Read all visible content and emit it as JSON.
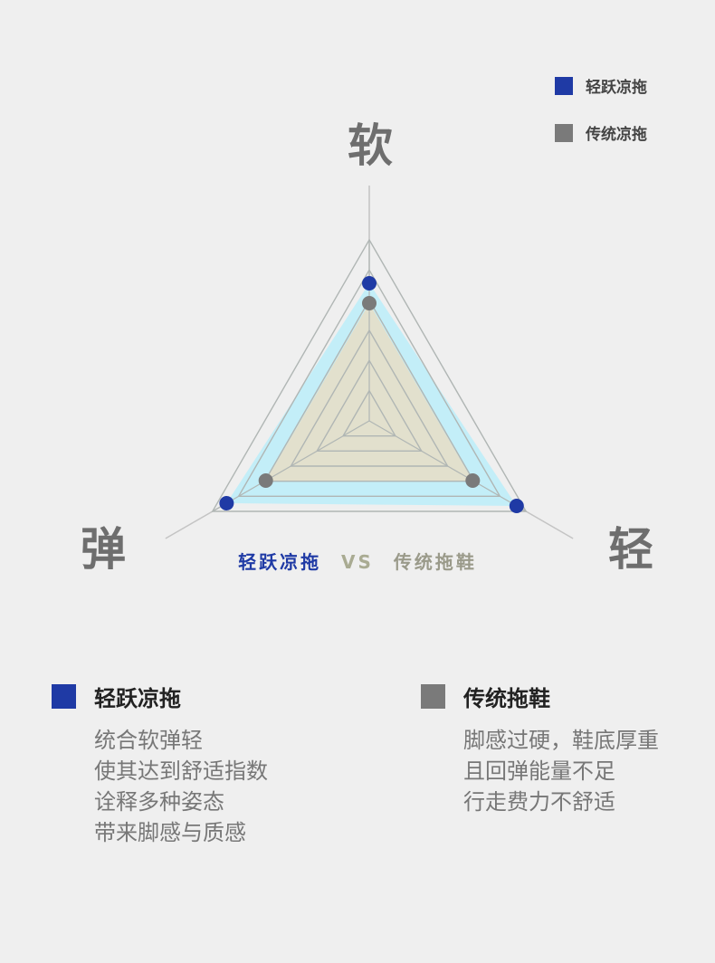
{
  "legend": [
    {
      "label": "轻跃凉拖",
      "color": "#1f3aa5"
    },
    {
      "label": "传统凉拖",
      "color": "#7a7a7a"
    }
  ],
  "vs": {
    "left": "轻跃凉拖",
    "mid": "VS",
    "right": "传统拖鞋"
  },
  "colors": {
    "blue": "#1f3aa5",
    "gray": "#7a7a7a",
    "vs_mid": "#a9ab92",
    "vs_right": "#9a9a8a"
  },
  "chart_data": {
    "type": "radar",
    "axes": [
      "软",
      "轻",
      "弹"
    ],
    "range": [
      0,
      10
    ],
    "grid_levels": 6,
    "series": [
      {
        "name": "轻跃凉拖",
        "values": [
          7.6,
          9.4,
          9.1
        ],
        "fill": "#c3eef8",
        "point": "#1f3aa5"
      },
      {
        "name": "传统凉拖",
        "values": [
          6.5,
          6.6,
          6.6
        ],
        "fill": "#e2e0cd",
        "point": "#7a7a7a"
      }
    ]
  },
  "blocks": [
    {
      "title": "轻跃凉拖",
      "color": "#1f3aa5",
      "lines": [
        "统合软弹轻",
        "使其达到舒适指数",
        "诠释多种姿态",
        "带来脚感与质感"
      ]
    },
    {
      "title": "传统拖鞋",
      "color": "#7a7a7a",
      "lines": [
        "脚感过硬，鞋底厚重",
        "且回弹能量不足",
        "行走费力不舒适"
      ]
    }
  ]
}
